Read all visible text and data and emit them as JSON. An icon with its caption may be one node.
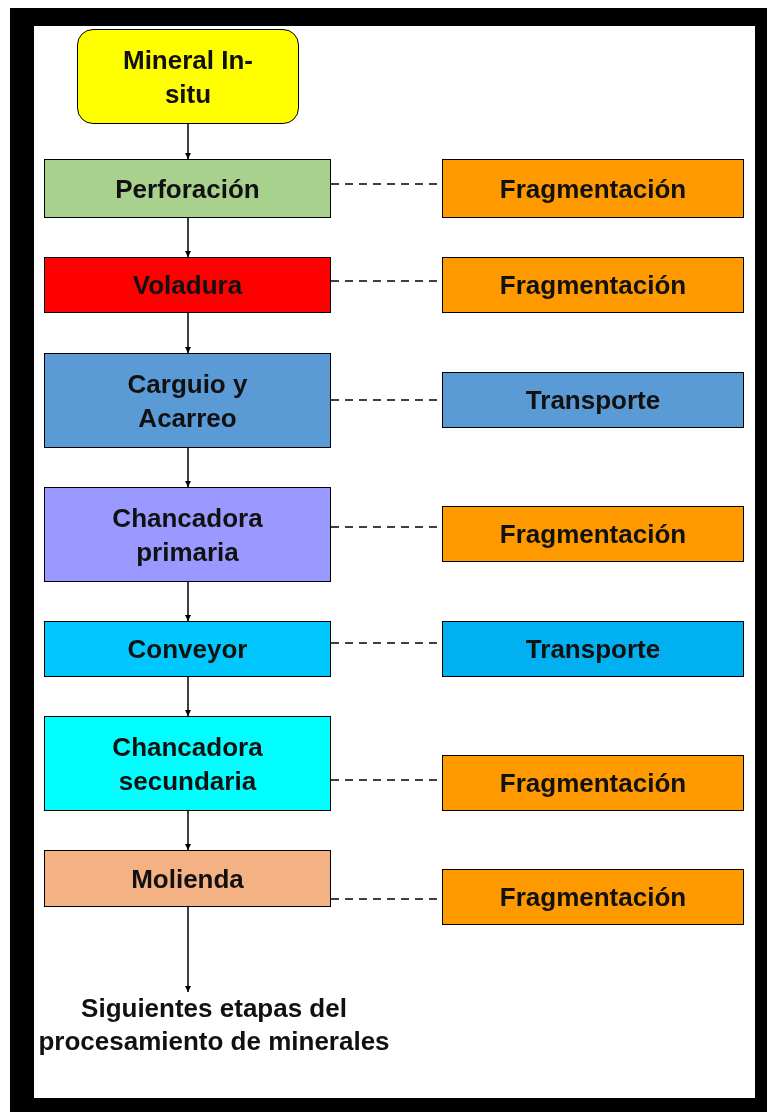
{
  "diagram": {
    "nodes": [
      {
        "text": [
          "Mineral In-situ"
        ]
      },
      {
        "text": [
          "Perforación"
        ]
      },
      {
        "text": [
          "Fragmentación"
        ]
      },
      {
        "text": [
          "Voladura"
        ]
      },
      {
        "text": [
          "Fragmentación"
        ]
      },
      {
        "text": [
          "Carguio y Acarreo"
        ]
      },
      {
        "text": [
          "Transporte"
        ]
      },
      {
        "text": [
          "Chancadora primaria"
        ]
      },
      {
        "text": [
          "Fragmentación"
        ]
      },
      {
        "text": [
          "Conveyor"
        ]
      },
      {
        "text": [
          "Transporte"
        ]
      },
      {
        "text": [
          "Chancadora secundaria"
        ]
      },
      {
        "text": [
          "Fragmentación"
        ]
      },
      {
        "text": [
          "Molienda"
        ]
      },
      {
        "text": [
          "Fragmentación"
        ]
      },
      {
        "text": [
          "Siguientes etapas del procesamiento de minerales"
        ]
      }
    ],
    "edges": [
      {
        "from": 0,
        "to": 1,
        "arrow": "to"
      },
      {
        "from": 1,
        "to": 3,
        "arrow": "to"
      },
      {
        "from": 3,
        "to": 5,
        "arrow": "to"
      },
      {
        "from": 5,
        "to": 7,
        "arrow": "to"
      },
      {
        "from": 7,
        "to": 9,
        "arrow": "to"
      },
      {
        "from": 9,
        "to": 11,
        "arrow": "to"
      },
      {
        "from": 11,
        "to": 13,
        "arrow": "to"
      },
      {
        "from": 13,
        "to": 15,
        "arrow": "to"
      },
      {
        "from": 1,
        "to": 2,
        "arrow": "none",
        "style": "dashed"
      },
      {
        "from": 3,
        "to": 4,
        "arrow": "none",
        "style": "dashed"
      },
      {
        "from": 5,
        "to": 6,
        "arrow": "none",
        "style": "dashed"
      },
      {
        "from": 7,
        "to": 8,
        "arrow": "none",
        "style": "dashed"
      },
      {
        "from": 9,
        "to": 10,
        "arrow": "none",
        "style": "dashed"
      },
      {
        "from": 11,
        "to": 12,
        "arrow": "none",
        "style": "dashed"
      },
      {
        "from": 13,
        "to": 14,
        "arrow": "none",
        "style": "dashed"
      }
    ]
  }
}
